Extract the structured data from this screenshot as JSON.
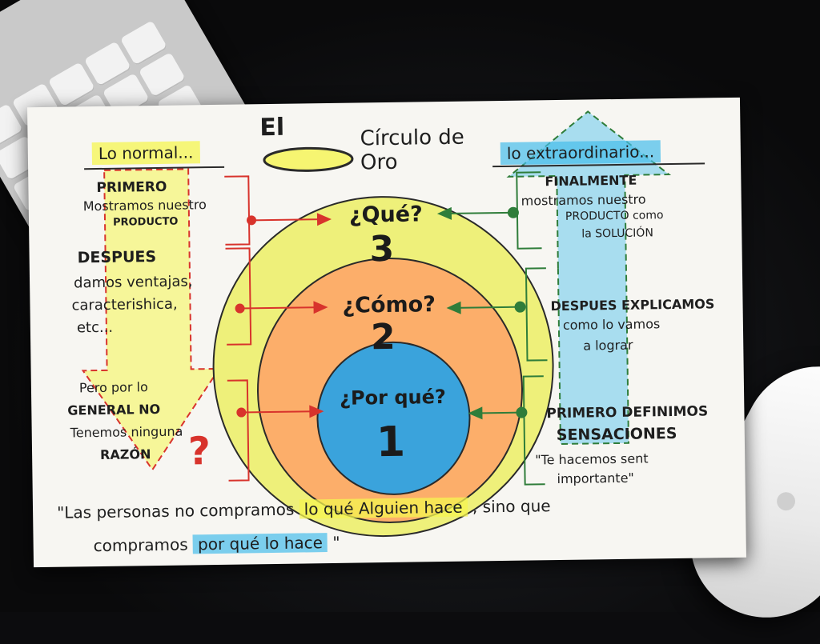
{
  "title": {
    "el": "El",
    "rest": "Círculo de Oro"
  },
  "left": {
    "tag": "Lo normal...",
    "primero_head": "PRIMERO",
    "primero_body": "Mostramos nuestro",
    "primero_body2": "PRODUCTO",
    "despues_head": "DESPUES",
    "despues_body": "damos ventajas,",
    "despues_body2": "caracterishica,",
    "despues_body3": "etc...",
    "pero1": "Pero por lo",
    "pero2": "GENERAL NO",
    "pero3": "Tenemos ninguna",
    "pero4": "RAZÓN",
    "question_mark": "?"
  },
  "circles": {
    "outer_label": "¿Qué?",
    "outer_num": "3",
    "middle_label": "¿Cómo?",
    "middle_num": "2",
    "inner_label": "¿Por qué?",
    "inner_num": "1",
    "colors": {
      "outer": "#eef07a",
      "middle": "#fcae6a",
      "inner": "#3aa3dc"
    }
  },
  "right": {
    "tag": "lo extraordinario...",
    "finalmente_head": "FINALMENTE",
    "finalmente_body": "mostramos nuestro",
    "finalmente_body2": "PRODUCTO como",
    "finalmente_body3": "la SOLUCIÓN",
    "despues_head": "DESPUES EXPLICAMOS",
    "despues_body": "como lo vamos",
    "despues_body2": "a lograr",
    "primero_head": "PRIMERO DEFINIMOS",
    "primero_head2": "SENSACIONES",
    "primero_body": "\"Te hacemos sent",
    "primero_body2": "importante\""
  },
  "quote": {
    "line1_a": "\"Las personas no compramos",
    "line1_hl": "lo qué Alguien hace",
    "line1_b": ", sino que",
    "line2_a": "compramos",
    "line2_hl": "por qué lo hace",
    "line2_b": "\""
  },
  "colors": {
    "arrow_red": "#d8332c",
    "arrow_green": "#2f7d3a",
    "highlight_yellow": "#f5f550",
    "highlight_blue": "#46bee9"
  }
}
